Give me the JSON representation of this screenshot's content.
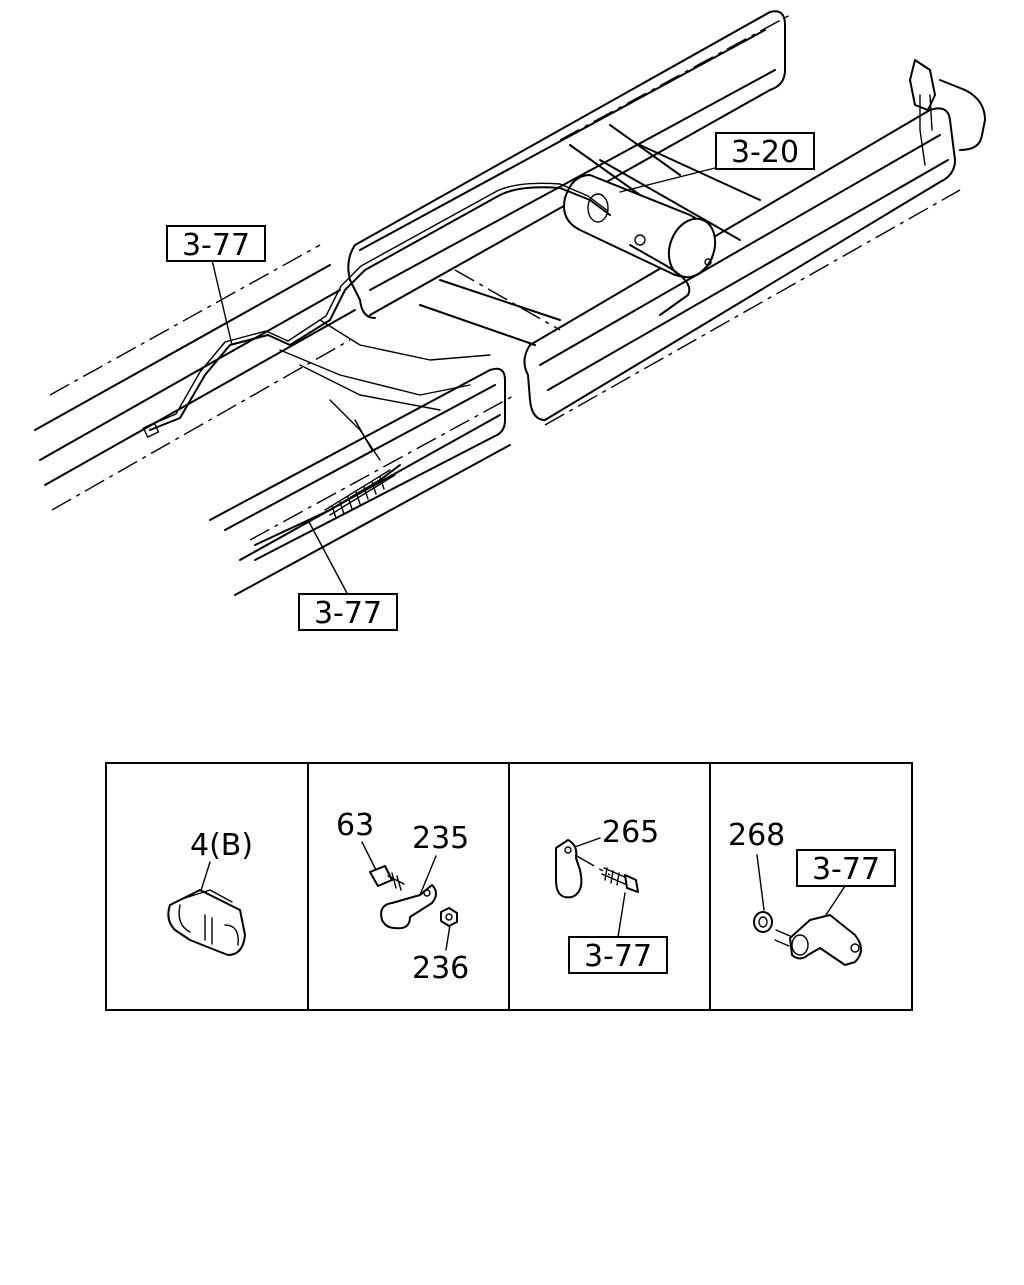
{
  "diagram": {
    "callouts": {
      "main_a": "3-20",
      "main_b": "3-77",
      "main_c": "3-77"
    },
    "detail_panels": [
      {
        "labels": {
          "a": "4(B)"
        }
      },
      {
        "labels": {
          "a": "63",
          "b": "235",
          "c": "236"
        }
      },
      {
        "labels": {
          "a": "265",
          "b": "3-77"
        }
      },
      {
        "labels": {
          "a": "268",
          "b": "3-77"
        }
      }
    ]
  }
}
